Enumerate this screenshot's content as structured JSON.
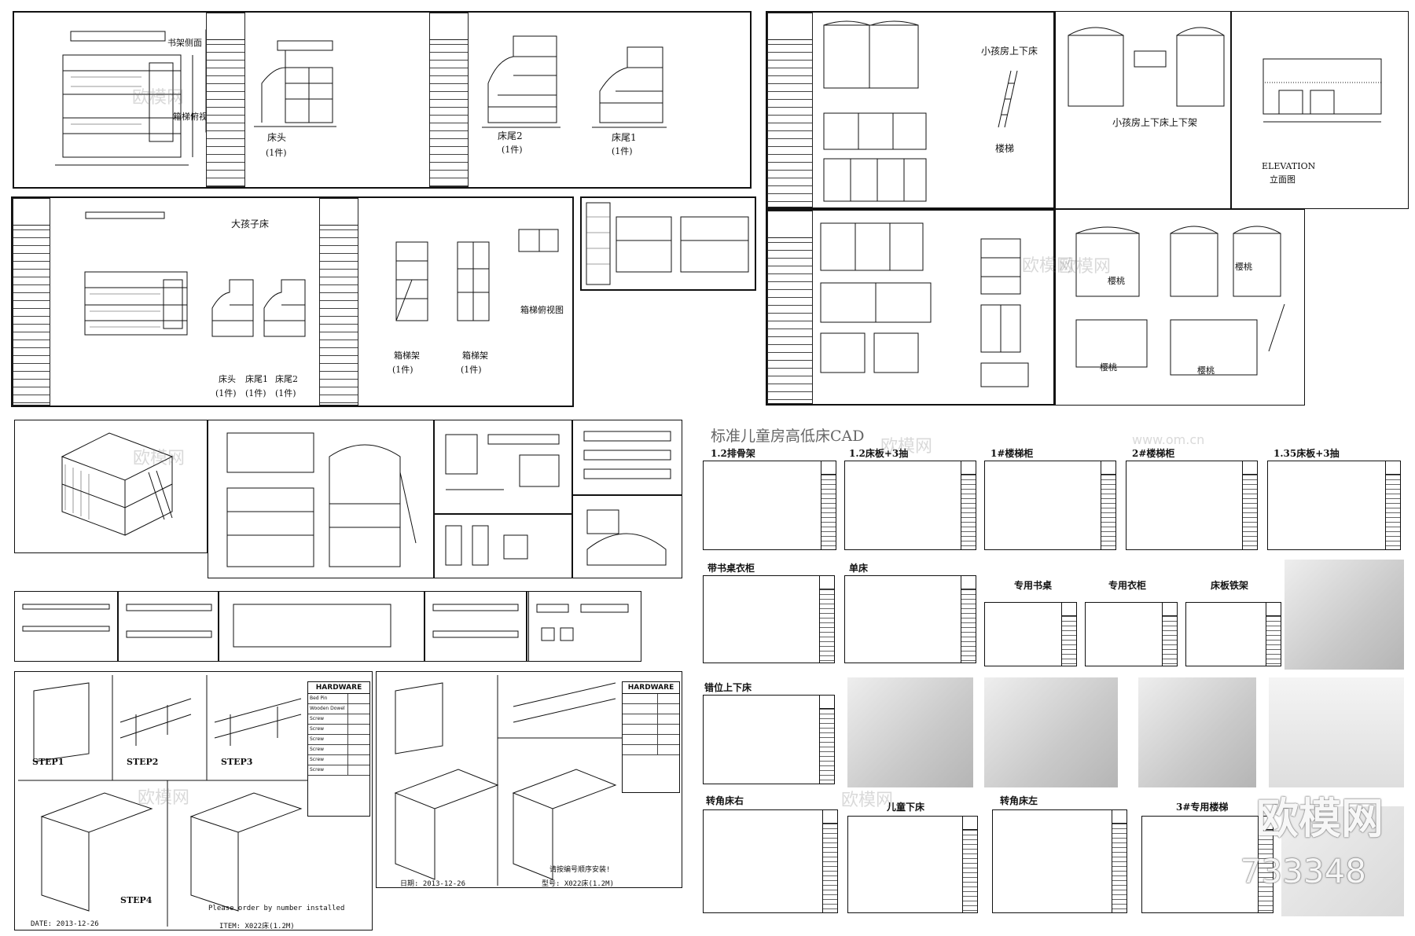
{
  "watermarks": {
    "site": "欧模网",
    "url": "www.om.cn",
    "id": "733348"
  },
  "top_left_sheet": {
    "bookshelf_label": "书架侧面",
    "ladder_top_label": "箱梯俯视图",
    "head_label": "床头",
    "tail2_label": "床尾2",
    "tail1_label": "床尾1",
    "qty": "(1件)"
  },
  "big_kid_sheet": {
    "title": "大孩子床",
    "head": "床头",
    "tail1": "床尾1",
    "tail2": "床尾2",
    "qty": "(1件)",
    "ladder1": "箱梯架",
    "ladder2": "箱梯架",
    "ladder_top": "箱梯俯视图"
  },
  "child_room": {
    "bunk_title": "小孩房上下床",
    "ladder": "楼梯",
    "bunk_shelf": "小孩房上下床上下架",
    "elevation": "ELEVATION",
    "elevation_cn": "立面图"
  },
  "lower_right": {
    "cherry1": "樱桃",
    "cherry2": "樱桃",
    "cherry3": "樱桃",
    "cherry4": "樱桃"
  },
  "catalog": {
    "title": "标准儿童房高低床CAD",
    "row1": [
      "1.2排骨架",
      "1.2床板+3抽",
      "1#楼梯柜",
      "2#楼梯柜",
      "1.35床板+3抽"
    ],
    "row2": [
      "带书桌衣柜",
      "单床",
      "专用书桌",
      "专用衣柜",
      "床板铁架"
    ],
    "row3": [
      "错位上下床"
    ],
    "row4": [
      "转角床右",
      "儿童下床",
      "转角床左",
      "3#专用楼梯"
    ]
  },
  "assembly": {
    "hardware": "HARDWARE",
    "hardware2": "HARDWARE",
    "hw_items": [
      "Bed Pin",
      "Wooden Dowel",
      "Screw",
      "Screw",
      "Screw",
      "Screw",
      "Screw",
      "Screw"
    ],
    "steps": [
      "STEP1",
      "STEP2",
      "STEP3",
      "STEP4"
    ],
    "note": "Please order by number installed",
    "date": "DATE: 2013-12-26",
    "item": "ITEM: X022床(1.2M)",
    "date2": "日期: 2013-12-26",
    "model2": "型号: X022床(1.2M)",
    "order2": "请按编号顺序安装!"
  },
  "colors": {
    "line": "#111111",
    "render": "#c9c9c9",
    "watermark": "#bbbbbb"
  }
}
